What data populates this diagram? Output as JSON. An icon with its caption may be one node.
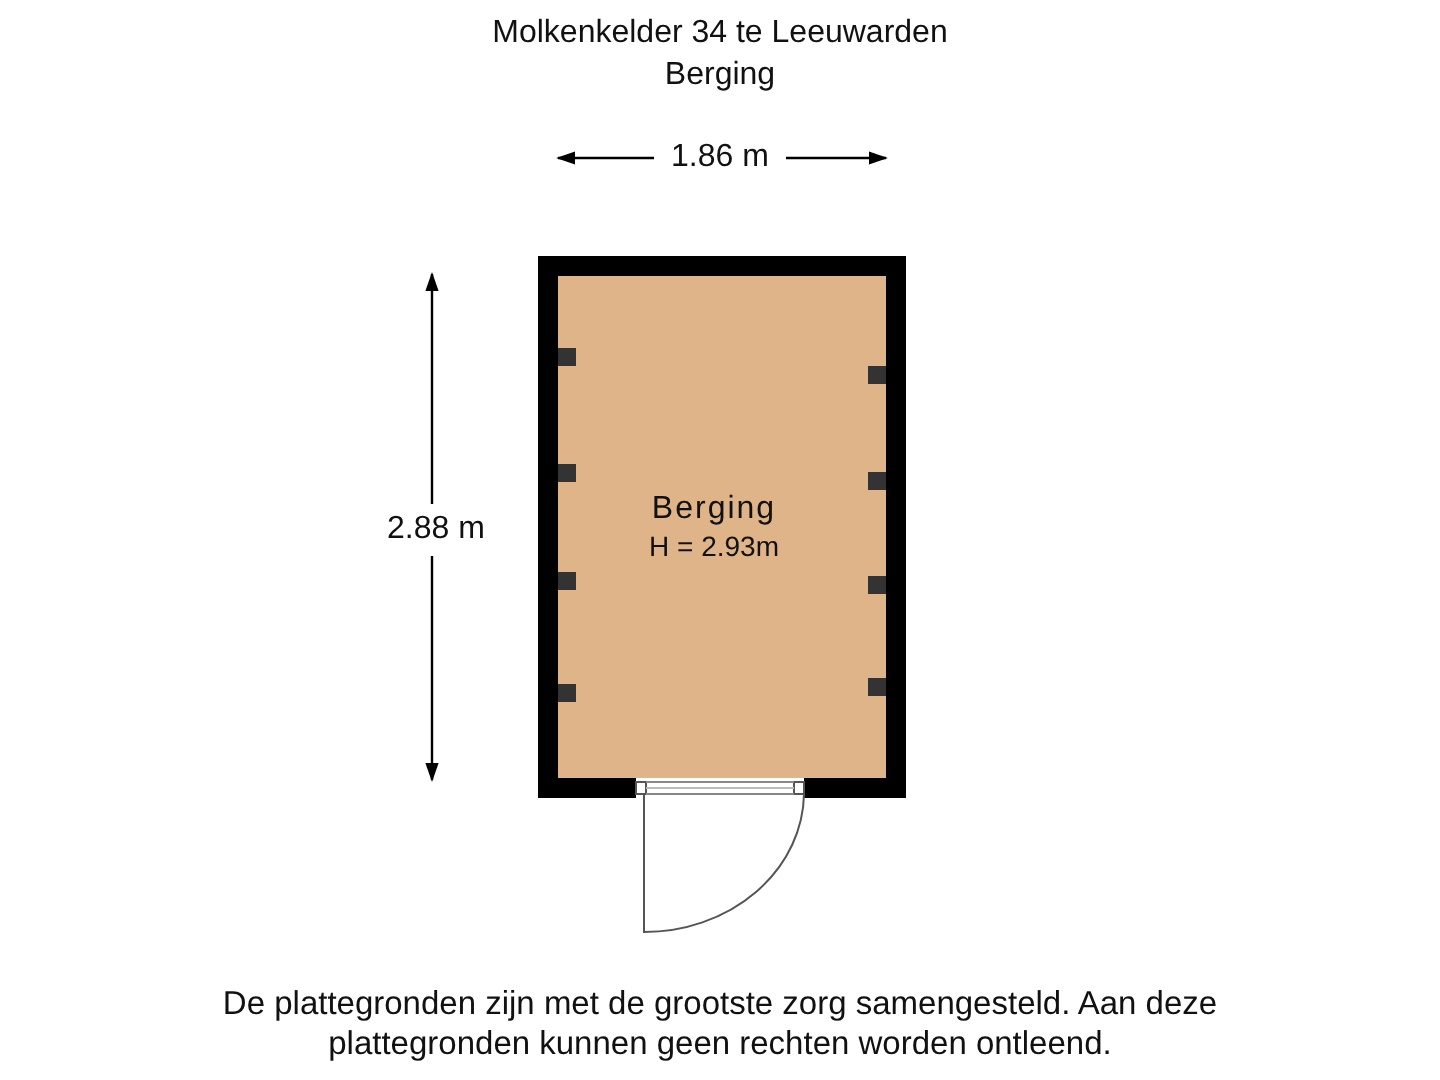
{
  "diagram": {
    "title": "Molkenkelder 34 te Leeuwarden",
    "nodes": [
      {
        "text": [
          "Berging",
          "H = 2.93m"
        ]
      }
    ],
    "labels": [
      "Berging",
      "1.86 m",
      "2.88 m"
    ],
    "caption": "De plattegronden zijn met de grootste zorg samengesteld. Aan deze plattegronden kunnen geen rechten worden ontleend."
  }
}
